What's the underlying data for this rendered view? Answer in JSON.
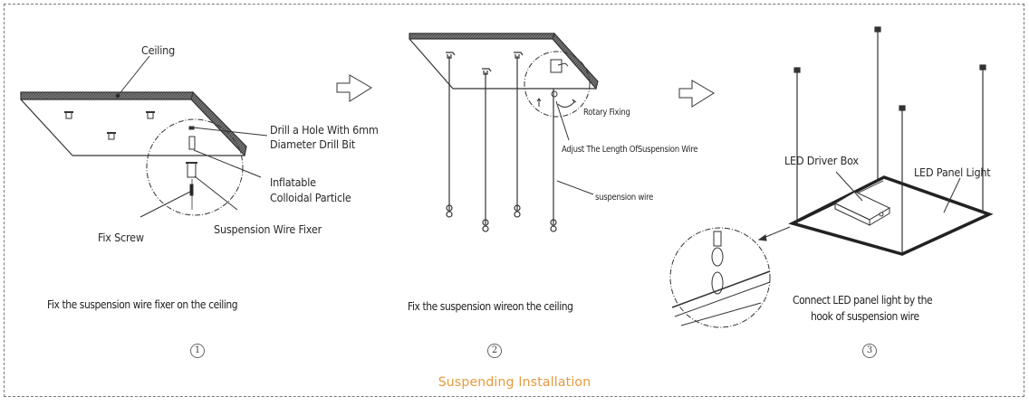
{
  "title": "Suspending Installation",
  "colors": {
    "title": "#e69a3c",
    "line": "#333333",
    "frame": "#777777"
  },
  "steps": [
    {
      "number": "1",
      "caption": "Fix the suspension wire fixer on the ceiling",
      "labels": {
        "ceiling": "Ceiling",
        "drill_line1": "Drill a Hole With 6mm",
        "drill_line2": "Diameter Drill Bit",
        "inflatable_line1": "Inflatable",
        "inflatable_line2": "Colloidal Particle",
        "fix_screw": "Fix Screw",
        "wire_fixer": "Suspension Wire Fixer"
      }
    },
    {
      "number": "2",
      "caption": "Fix the suspension wireon the ceiling",
      "labels": {
        "rotary": "Rotary Fixing",
        "adjust": "Adjust The Length OfSuspension Wire",
        "wire": "suspension wire"
      }
    },
    {
      "number": "3",
      "caption_line1": "Connect LED panel light by the",
      "caption_line2": "hook of suspension wire",
      "labels": {
        "driver_box": "LED Driver Box",
        "panel_light": "LED Panel Light"
      }
    }
  ],
  "icons": [
    "arrow-right-icon",
    "arrow-right-icon"
  ]
}
